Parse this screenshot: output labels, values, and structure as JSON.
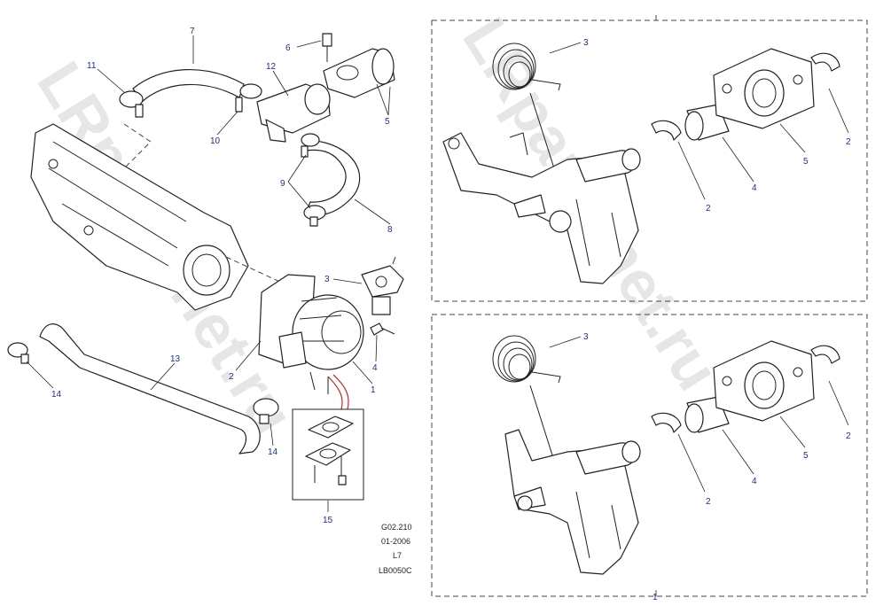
{
  "callouts": {
    "c1_main": "1",
    "c2_main": "2",
    "c3_main": "3",
    "c4_main": "4",
    "c5_main": "5",
    "c6_main": "6",
    "c7_main": "7",
    "c8_main": "8",
    "c9_main": "9",
    "c10_main": "10",
    "c11_main": "11",
    "c12_main": "12",
    "c13_main": "13",
    "c14a_main": "14",
    "c14b_main": "14",
    "c15_main": "15",
    "top": {
      "c3": "3",
      "c2a": "2",
      "c2b": "2",
      "c4": "4",
      "c5": "5"
    },
    "bottom": {
      "c3": "3",
      "c2a": "2",
      "c2b": "2",
      "c4": "4",
      "c5": "5",
      "c1": "1"
    }
  },
  "reference": {
    "line1": "G02.210",
    "line2": "01-2006",
    "line3": "L7",
    "line4": "LB0050C"
  },
  "watermark": {
    "left": "LRparts.net.ru",
    "right": "LRparts.net.ru"
  }
}
